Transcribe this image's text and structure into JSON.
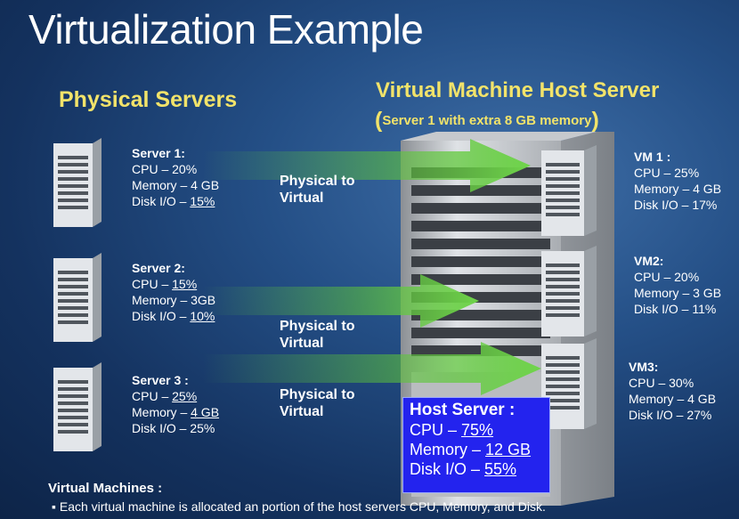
{
  "slide": {
    "title": "Virtualization Example",
    "physical_heading": "Physical Servers",
    "host_heading": "Virtual Machine Host Server",
    "host_sub": {
      "open_paren": "(",
      "text": "Server 1 with extra 8 GB memory",
      "close_paren": ")"
    },
    "servers": [
      {
        "name": "Server 1:",
        "cpu_label": "CPU – ",
        "cpu": "20%",
        "mem_label": "Memory – ",
        "mem": "4 GB",
        "disk_label": "Disk I/O – ",
        "disk": "15%"
      },
      {
        "name": "Server 2:",
        "cpu_label": "CPU – ",
        "cpu": "15%",
        "mem_label": "Memory – ",
        "mem": "3GB",
        "disk_label": "Disk I/O – ",
        "disk": "10%"
      },
      {
        "name": "Server 3 :",
        "cpu_label": "CPU – ",
        "cpu": "25%",
        "mem_label": "Memory – ",
        "mem": "4 GB",
        "disk_label": "Disk I/O – ",
        "disk": "25%"
      }
    ],
    "p2v_labels": [
      {
        "line1": "Physical to",
        "line2": "Virtual"
      },
      {
        "line1": "Physical to",
        "line2": "Virtual"
      },
      {
        "line1": "Physical to",
        "line2": "Virtual"
      }
    ],
    "vms": [
      {
        "name": "VM 1 :",
        "cpu": "CPU – 25%",
        "mem": "Memory – 4 GB",
        "disk": "Disk I/O – 17%"
      },
      {
        "name": "VM2:",
        "cpu": "CPU – 20%",
        "mem": "Memory – 3 GB",
        "disk": "Disk I/O – 11%"
      },
      {
        "name": "VM3:",
        "cpu": "CPU – 30%",
        "mem": "Memory – 4 GB",
        "disk": "Disk I/O – 27%"
      }
    ],
    "host_box": {
      "title": "Host Server :",
      "cpu_label": "CPU – ",
      "cpu": "75%",
      "mem_label": "Memory – ",
      "mem": "12 GB",
      "disk_label": "Disk I/O – ",
      "disk": "55%"
    },
    "footer": {
      "heading": "Virtual Machines :",
      "bullet": "▪ Each virtual machine is allocated an portion of the host servers CPU, Memory, and Disk."
    },
    "colors": {
      "heading_yellow": "#f2e36a",
      "background_blue": "#244f86",
      "host_box_blue": "#2323ee",
      "arrow_green": "#5cc23a"
    },
    "icons": [
      "server-tower-icon",
      "host-server-icon",
      "arrow-right-icon"
    ]
  }
}
